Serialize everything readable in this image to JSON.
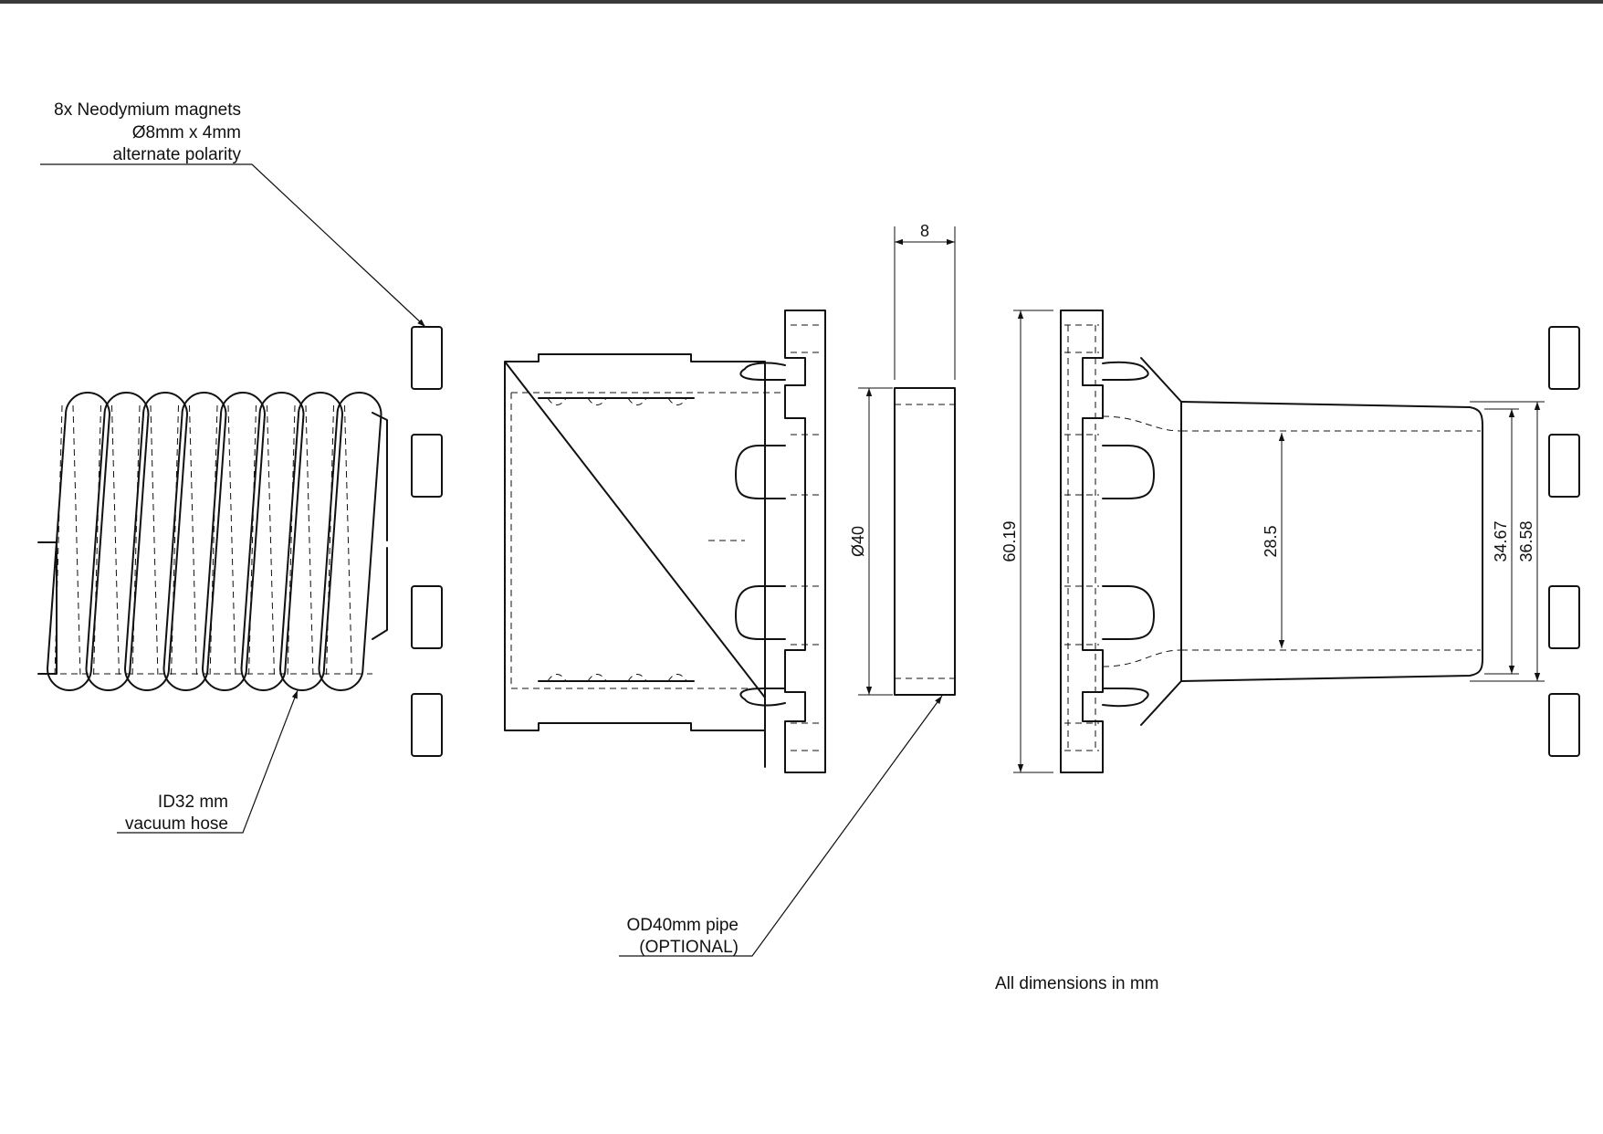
{
  "labels": {
    "magnets": [
      "8x Neodymium magnets",
      "Ø8mm x 4mm",
      "alternate polarity"
    ],
    "hose": [
      "ID32 mm",
      "vacuum hose"
    ],
    "pipe": [
      "OD40mm pipe",
      "(OPTIONAL)"
    ],
    "note": "All dimensions in mm"
  },
  "dimensions": {
    "pipe_width": "8",
    "pipe_od": "Ø40",
    "overall_height": "60.19",
    "bore": "28.5",
    "outer_1": "34.67",
    "outer_2": "36.58"
  },
  "colors": {
    "line": "#111111",
    "background": "#ffffff",
    "topbar": "#3a3a3a"
  }
}
